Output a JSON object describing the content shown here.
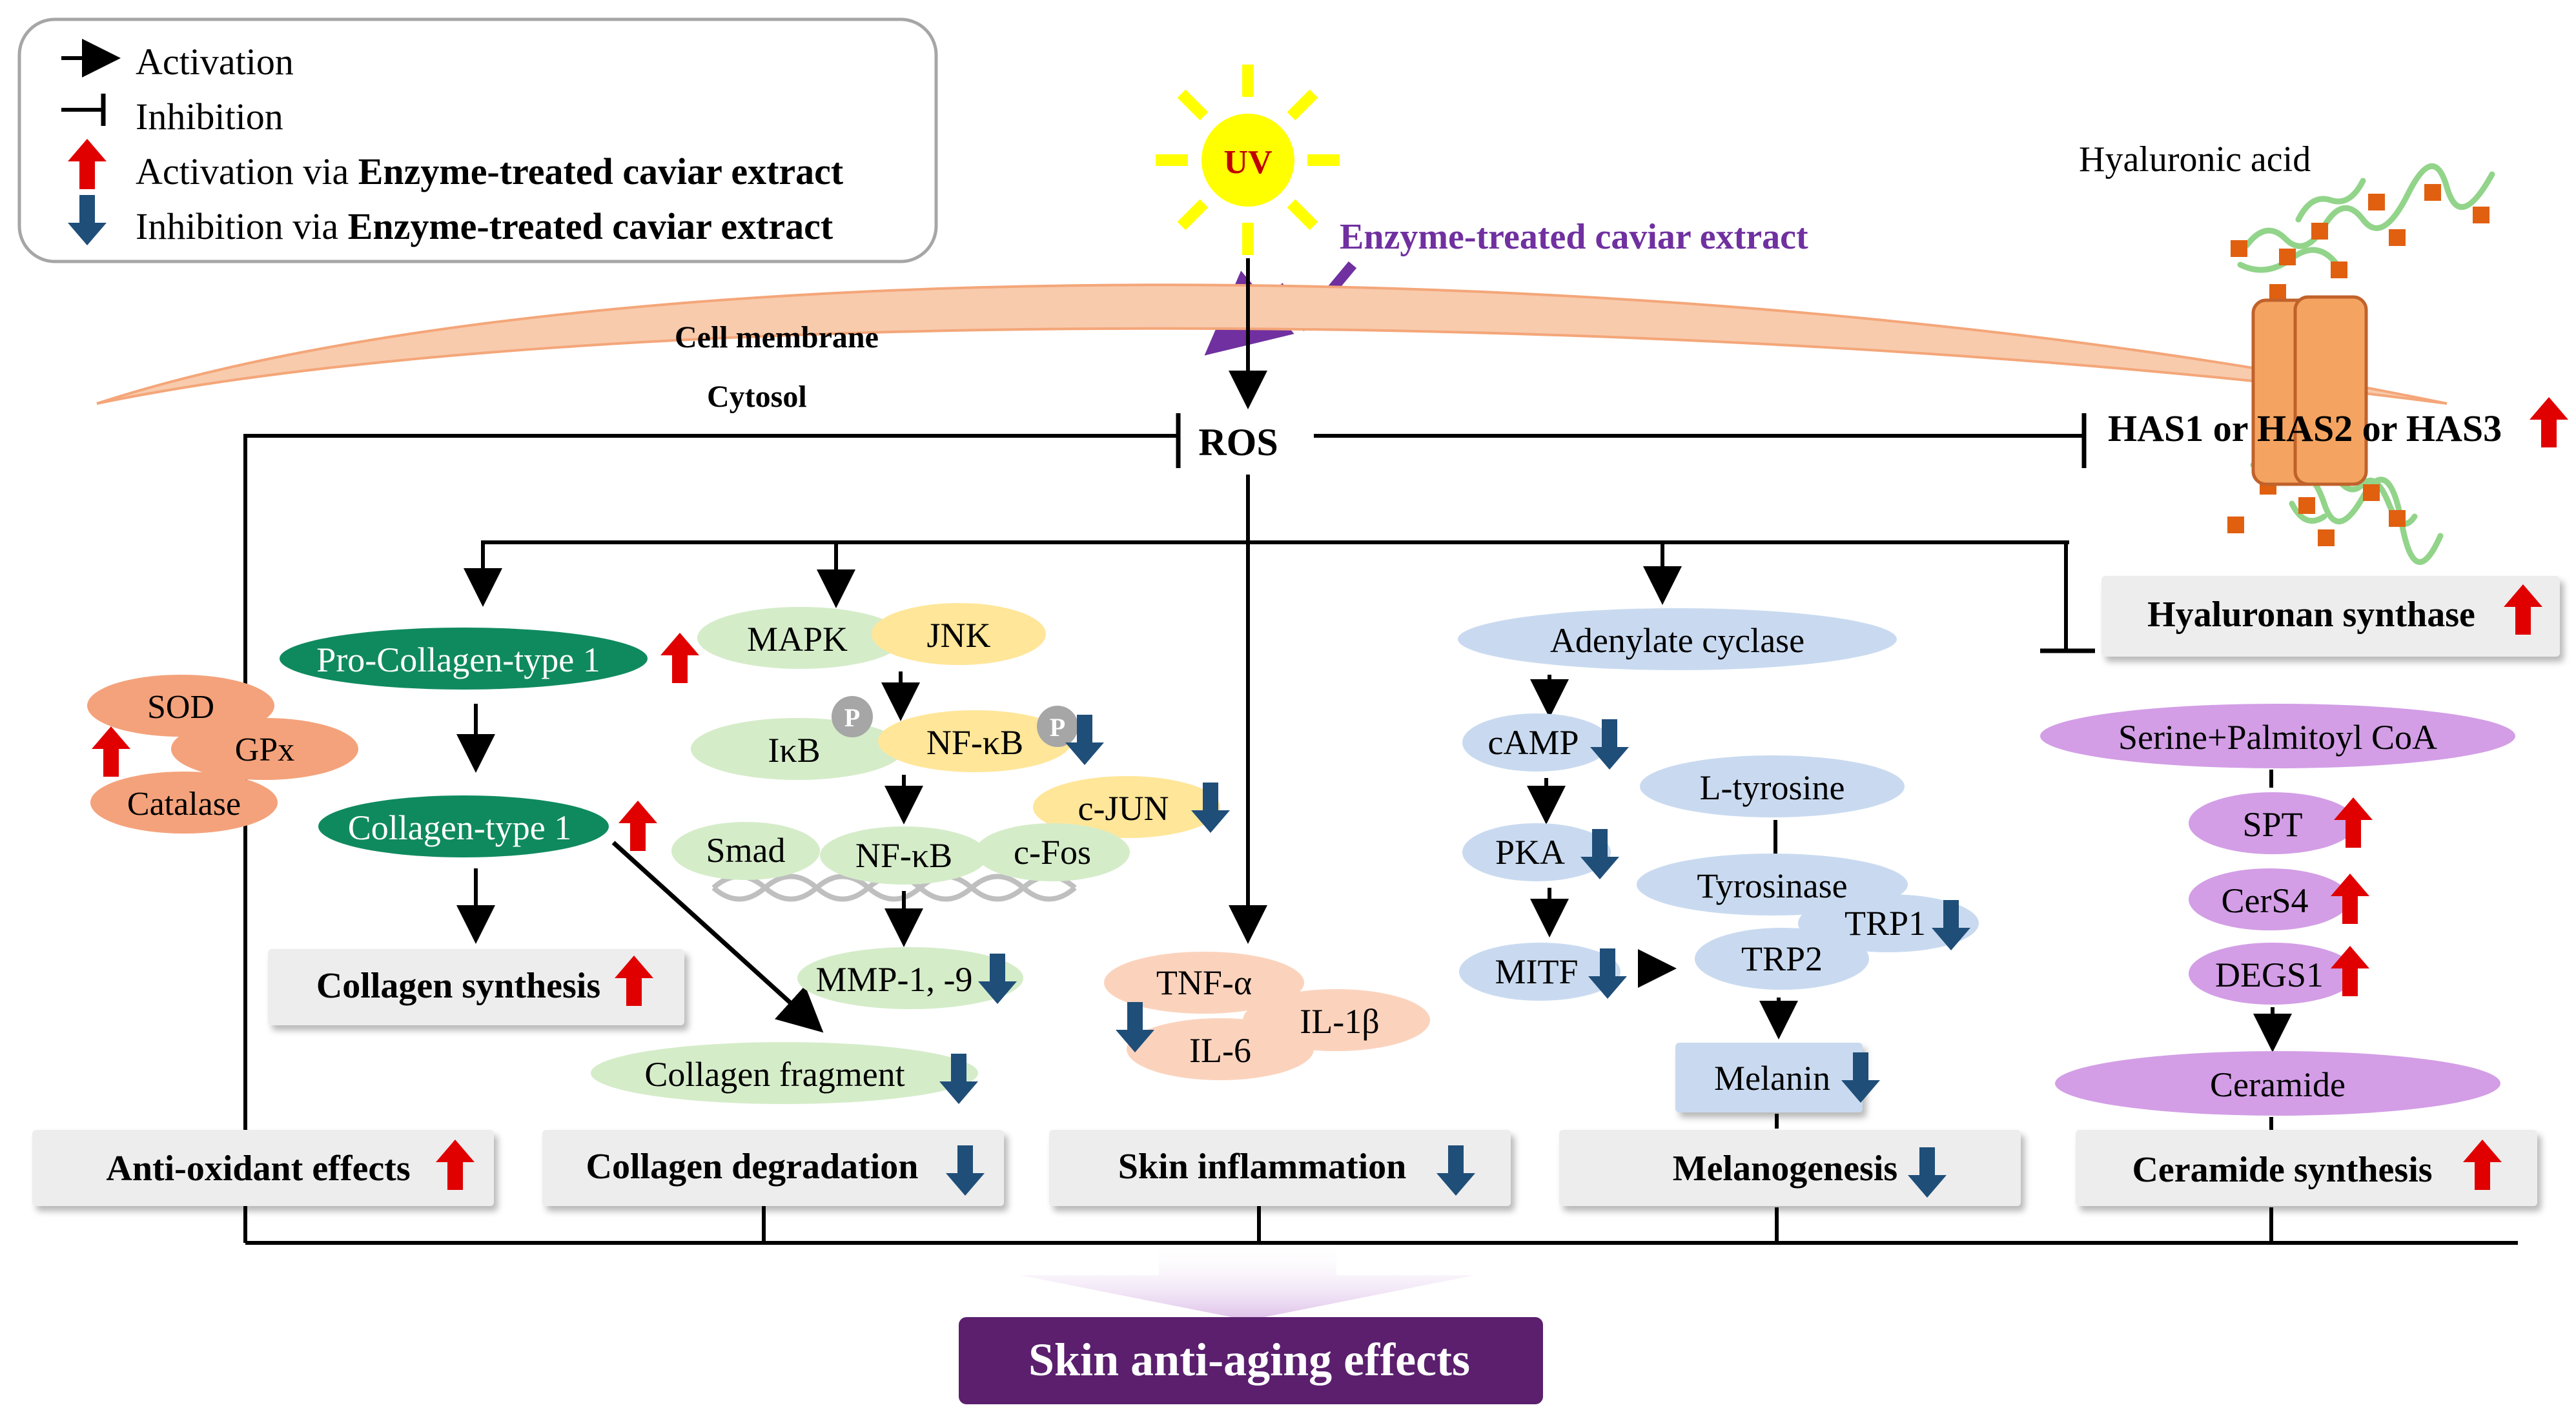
{
  "legend": {
    "activation": "Activation",
    "inhibition": "Inhibition",
    "activation_via_prefix": "Activation via ",
    "inhibition_via_prefix": "Inhibition via ",
    "extract_name": "Enzyme-treated caviar extract"
  },
  "stimulus": {
    "uv": "UV",
    "extract": "Enzyme-treated caviar extract"
  },
  "compartments": {
    "membrane": "Cell membrane",
    "cytosol": "Cytosol",
    "hyaluronic_acid": "Hyaluronic acid"
  },
  "ros": "ROS",
  "has": "HAS1 or HAS2 or HAS3",
  "collagen": {
    "pro_collagen": "Pro-Collagen-type 1",
    "collagen_type1": "Collagen-type 1",
    "synthesis": "Collagen synthesis",
    "fragment": "Collagen fragment",
    "degradation": "Collagen degradation"
  },
  "antioxidant": {
    "sod": "SOD",
    "gpx": "GPx",
    "catalase": "Catalase",
    "effects": "Anti-oxidant effects"
  },
  "mapk": {
    "mapk": "MAPK",
    "jnk": "JNK",
    "ikb": "IκB",
    "nfkb": "NF-κB",
    "p": "P",
    "cjun": "c-JUN",
    "smad": "Smad",
    "nfkb2": "NF-κB",
    "cfos": "c-Fos",
    "mmp": "MMP-1, -9"
  },
  "inflammation": {
    "tnf": "TNF-α",
    "il1b": "IL-1β",
    "il6": "IL-6",
    "label": "Skin inflammation"
  },
  "melanogenesis": {
    "adenylate": "Adenylate cyclase",
    "camp": "cAMP",
    "pka": "PKA",
    "mitf": "MITF",
    "ltyrosine": "L-tyrosine",
    "tyrosinase": "Tyrosinase",
    "trp1": "TRP1",
    "trp2": "TRP2",
    "melanin": "Melanin",
    "label": "Melanogenesis"
  },
  "ceramide": {
    "hyaluronan": "Hyaluronan synthase",
    "serine": "Serine+Palmitoyl CoA",
    "spt": "SPT",
    "cers4": "CerS4",
    "degs1": "DEGS1",
    "ceramide": "Ceramide",
    "label": "Ceramide synthesis"
  },
  "outcome": "Skin anti-aging effects",
  "colors": {
    "up_arrow": "#e00000",
    "down_arrow": "#1f4e79",
    "extract_purple": "#7030a0",
    "outcome_bg": "#5b1f6e",
    "green_node": "#0f8a5f",
    "light_green": "#d5ecc9",
    "yellow_node": "#ffe699",
    "blue_node": "#c9daf0",
    "salmon_node": "#f4b183",
    "peach_node": "#fbd3bd",
    "violet_node": "#d39ee6",
    "membrane": "#f8cbad",
    "gray_box": "#ededed"
  }
}
